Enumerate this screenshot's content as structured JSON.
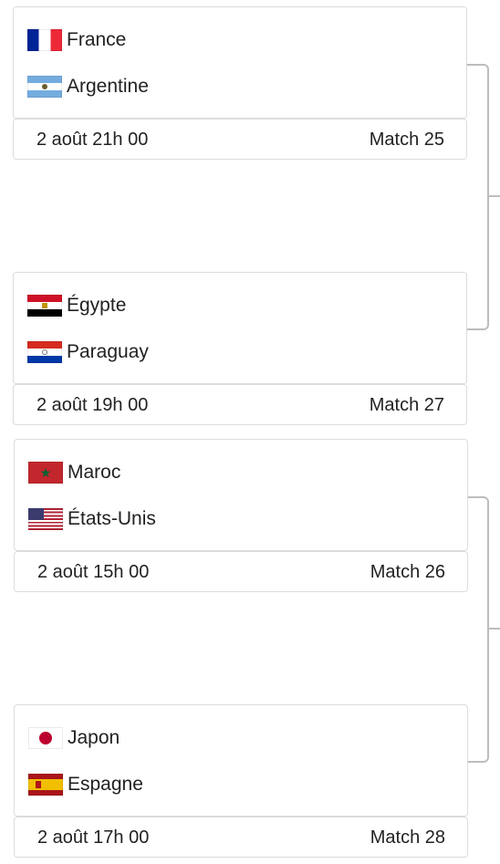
{
  "matches": [
    {
      "team1": {
        "name": "France",
        "flag": "france-flag"
      },
      "team2": {
        "name": "Argentine",
        "flag": "argentina-flag"
      },
      "date": "2 août 21h 00",
      "match": "Match 25"
    },
    {
      "team1": {
        "name": "Égypte",
        "flag": "egypt-flag"
      },
      "team2": {
        "name": "Paraguay",
        "flag": "paraguay-flag"
      },
      "date": "2 août 19h 00",
      "match": "Match 27"
    },
    {
      "team1": {
        "name": "Maroc",
        "flag": "morocco-flag"
      },
      "team2": {
        "name": "États-Unis",
        "flag": "usa-flag"
      },
      "date": "2 août 15h 00",
      "match": "Match 26"
    },
    {
      "team1": {
        "name": "Japon",
        "flag": "japan-flag"
      },
      "team2": {
        "name": "Espagne",
        "flag": "spain-flag"
      },
      "date": "2 août 17h 00",
      "match": "Match 28"
    }
  ],
  "colors": {
    "border": "#dcdcdc",
    "connector": "#bdbdbd",
    "text": "#222222"
  }
}
